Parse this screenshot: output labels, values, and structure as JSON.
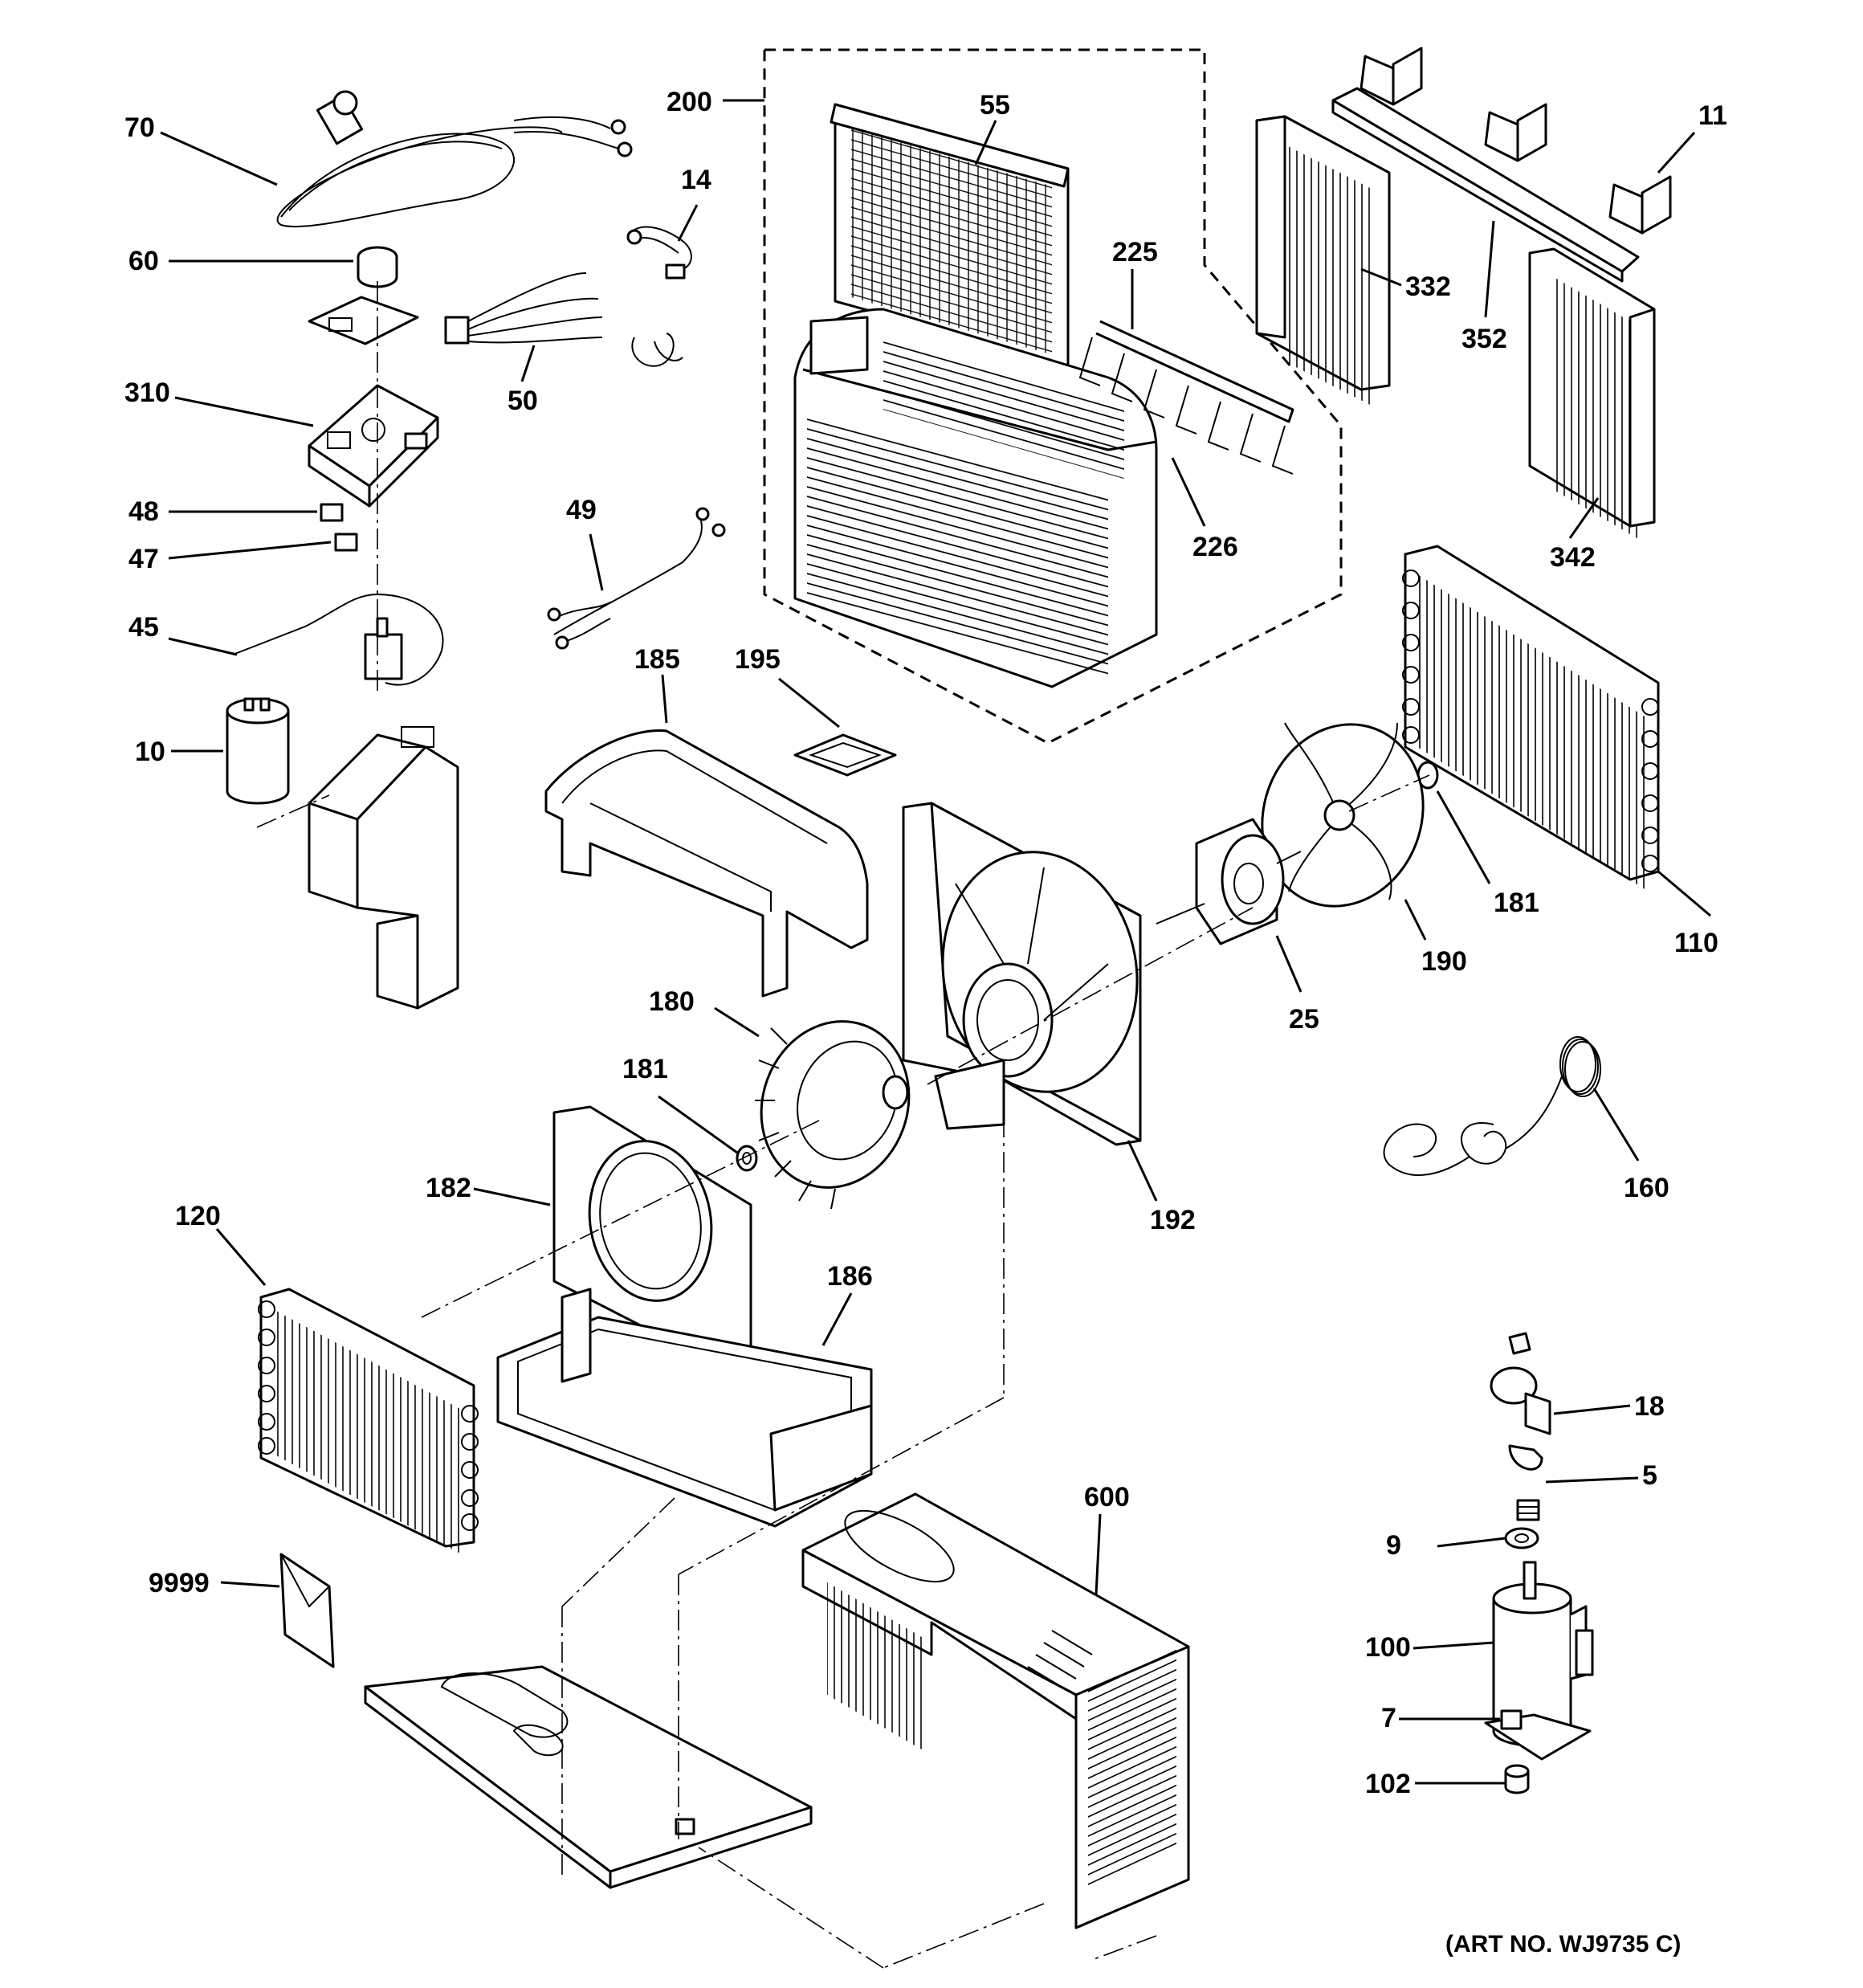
{
  "callouts": {
    "c70": "70",
    "c60": "60",
    "c310": "310",
    "c48": "48",
    "c47": "47",
    "c45": "45",
    "c10": "10",
    "c14": "14",
    "c50": "50",
    "c49": "49",
    "c200": "200",
    "c55": "55",
    "c225": "225",
    "c226": "226",
    "c11": "11",
    "c332": "332",
    "c352": "352",
    "c342": "342",
    "c185": "185",
    "c195": "195",
    "c181a": "181",
    "c110": "110",
    "c190": "190",
    "c25": "25",
    "c180": "180",
    "c181b": "181",
    "c192": "192",
    "c182": "182",
    "c120": "120",
    "c186": "186",
    "c160": "160",
    "c18": "18",
    "c5": "5",
    "c9": "9",
    "c100": "100",
    "c7": "7",
    "c102": "102",
    "c600": "600",
    "c9999": "9999"
  },
  "art_number": "(ART NO. WJ9735 C)"
}
